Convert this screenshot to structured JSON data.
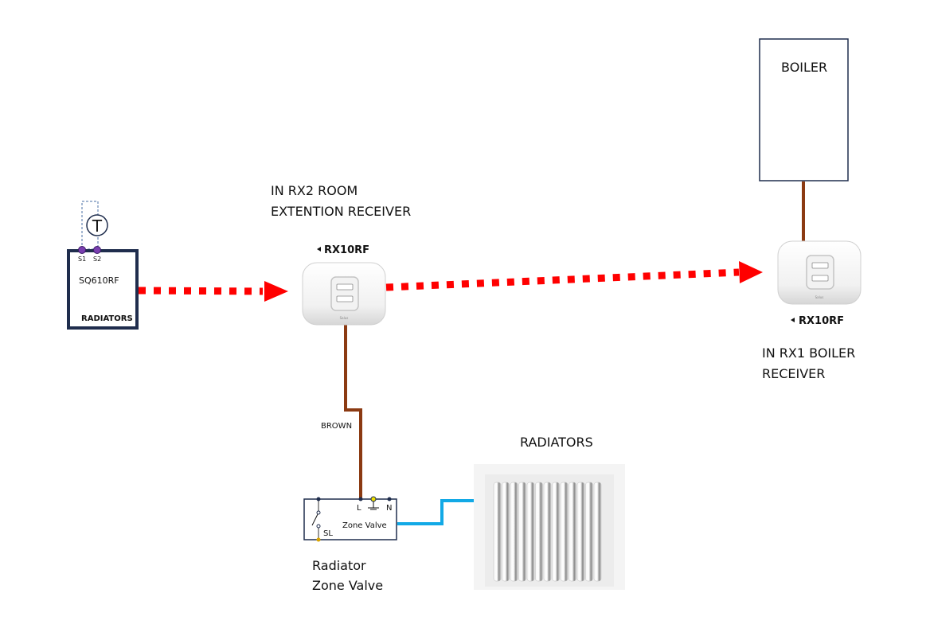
{
  "title": "RX10RF wiring diagram",
  "colors": {
    "rf_signal": "#ff0000",
    "brown_wire": "#8b3a12",
    "pipe": "#12a9e6",
    "box_border": "#1f2d4d",
    "terminal_purple": "#7a3fb0",
    "terminal_yellow": "#f0e000"
  },
  "thermostat": {
    "model": "SQ610RF",
    "zone": "RADIATORS",
    "terminal_s1": "S1",
    "terminal_s2": "S2",
    "sensor_symbol": "T"
  },
  "rx2": {
    "caption_line1": "IN RX2 ROOM",
    "caption_line2": "EXTENTION RECEIVER",
    "model_label": "RX10RF",
    "brand": "Salus"
  },
  "rx1": {
    "caption_line1": "IN RX1 BOILER",
    "caption_line2": "RECEIVER",
    "model_label": "RX10RF",
    "brand": "Salus"
  },
  "boiler": {
    "label": "BOILER"
  },
  "wire": {
    "label": "BROWN"
  },
  "zone_valve": {
    "label": "Zone Valve",
    "terminal_l": "L",
    "terminal_n": "N",
    "terminal_sl": "SL",
    "caption_line1": "Radiator",
    "caption_line2": "Zone Valve"
  },
  "radiators": {
    "label": "RADIATORS"
  }
}
